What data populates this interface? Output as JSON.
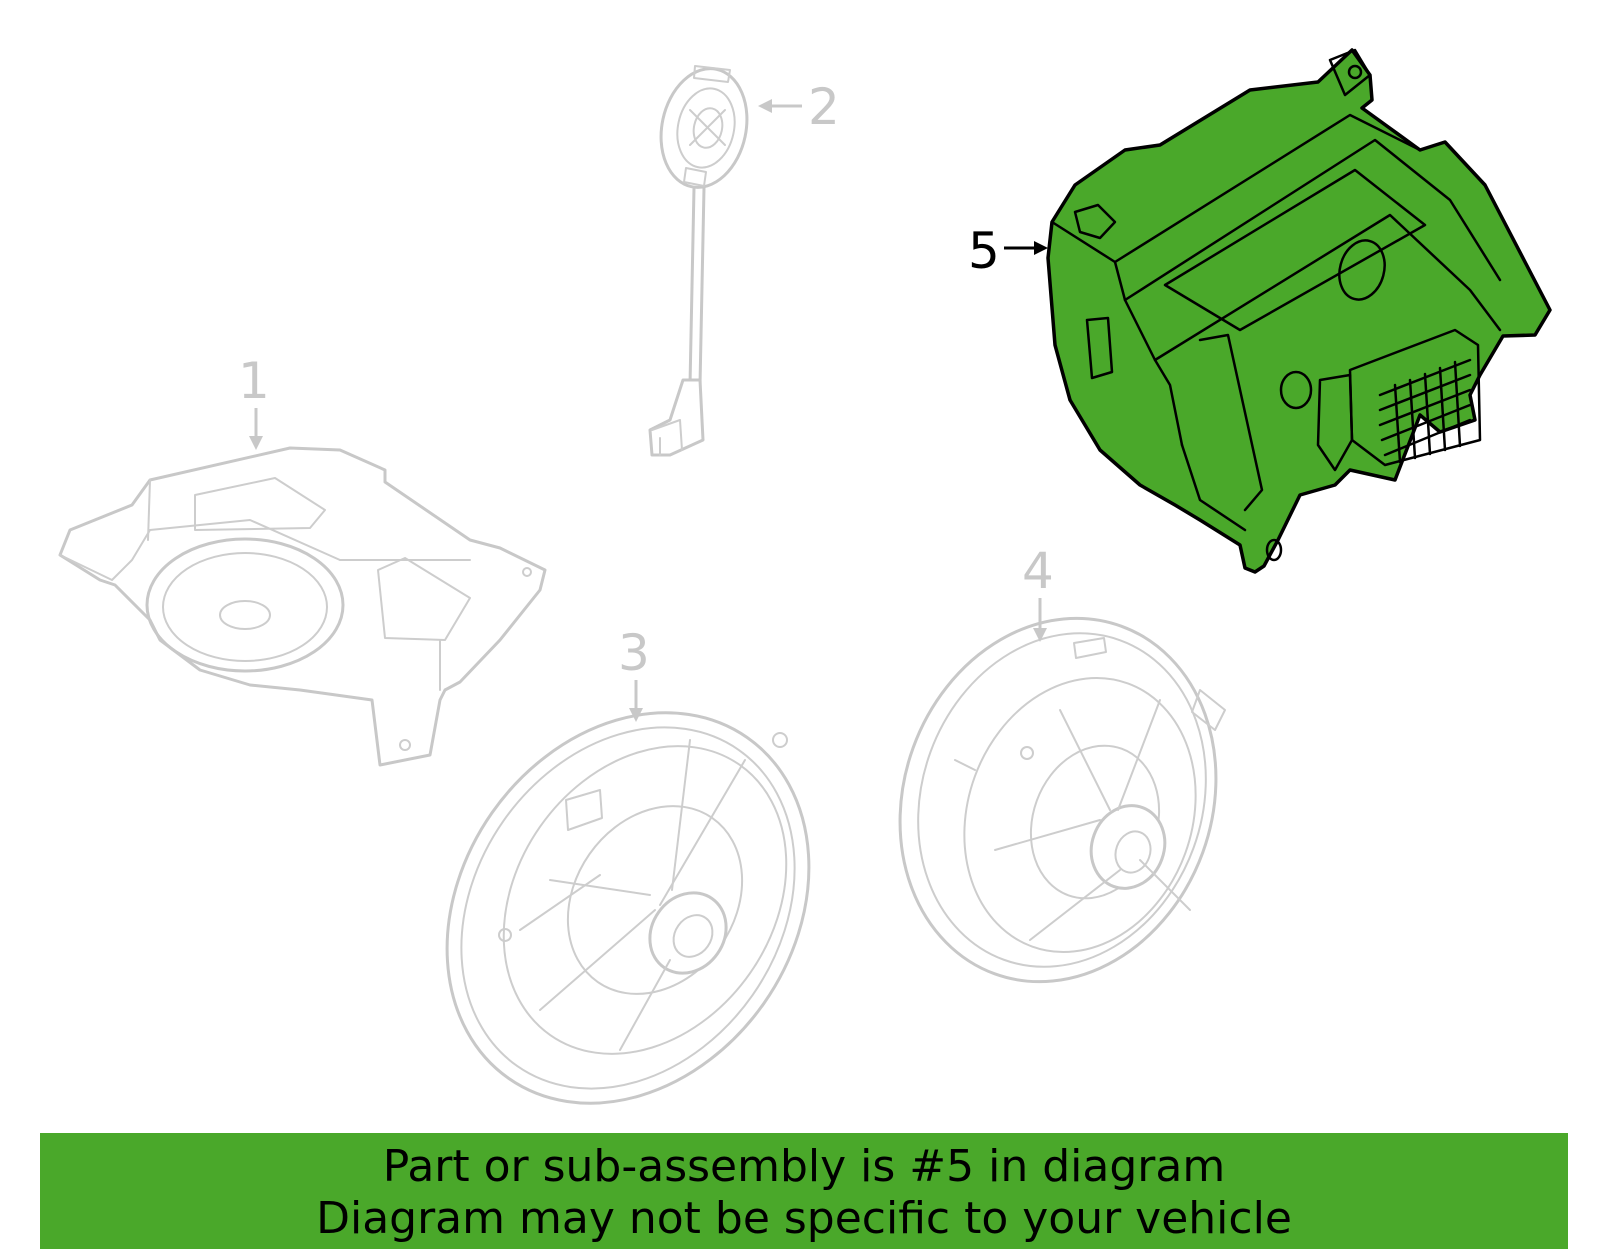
{
  "diagram": {
    "highlighted_part": "5",
    "highlight_color": "#4aa82a",
    "parts": [
      {
        "callout": "1",
        "icon": "subwoofer-speaker-icon",
        "highlighted": false
      },
      {
        "callout": "2",
        "icon": "tweeter-speaker-icon",
        "highlighted": false
      },
      {
        "callout": "3",
        "icon": "door-speaker-icon",
        "highlighted": false
      },
      {
        "callout": "4",
        "icon": "door-speaker-icon",
        "highlighted": false
      },
      {
        "callout": "5",
        "icon": "amplifier-module-icon",
        "highlighted": true
      }
    ]
  },
  "caption": {
    "line1": "Part or sub-assembly is #5 in diagram",
    "line2": "Diagram may not be specific to your vehicle",
    "background": "#4aa82a"
  }
}
